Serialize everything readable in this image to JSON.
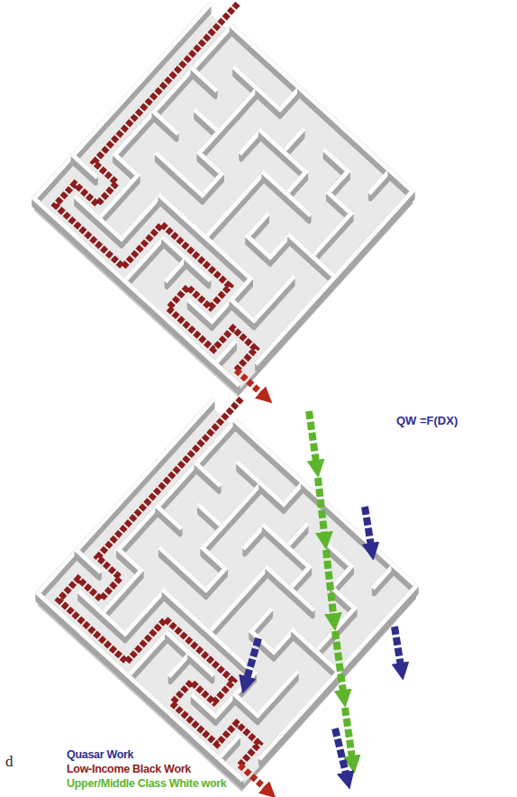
{
  "diagram": {
    "labels": [
      "QW =F(DX)",
      "d"
    ],
    "legend": [
      {
        "text": "Quasar Work",
        "color": "#2e2d8c"
      },
      {
        "text": "Low-Income Black Work",
        "color": "#8e1c1c"
      },
      {
        "text": "Upper/Middle Class White work",
        "color": "#5db52c"
      }
    ]
  }
}
